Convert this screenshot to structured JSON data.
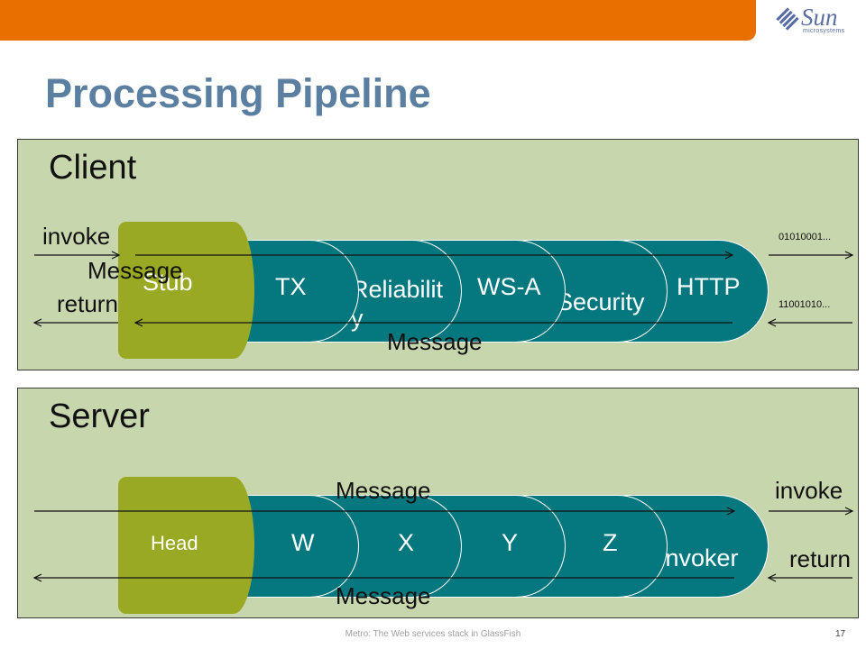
{
  "slide": {
    "title": "Processing Pipeline",
    "logo": {
      "word": "Sun",
      "subtitle": "microsystems"
    },
    "footer": "Metro: The Web services stack in GlassFish",
    "page_number": "17"
  },
  "client": {
    "label": "Client",
    "head": "Stub",
    "stages": [
      "TX",
      "Reliabilit y",
      "WS-A",
      "Security",
      "HTTP"
    ],
    "invoke": "invoke",
    "return": "return",
    "message_out": "Message",
    "message_in": "Message",
    "bits_out": "01010001...",
    "bits_in": "11001010..."
  },
  "server": {
    "label": "Server",
    "head": "Head",
    "stages": [
      "W",
      "X",
      "Y",
      "Z",
      "Invoker"
    ],
    "invoke": "invoke",
    "return": "return",
    "message_out": "Message",
    "message_in": "Message"
  },
  "colors": {
    "top_bar": "#e97000",
    "title": "#5b7fa0",
    "panel": "#c8d6ae",
    "stage": "#04787e",
    "head": "#99a923"
  }
}
